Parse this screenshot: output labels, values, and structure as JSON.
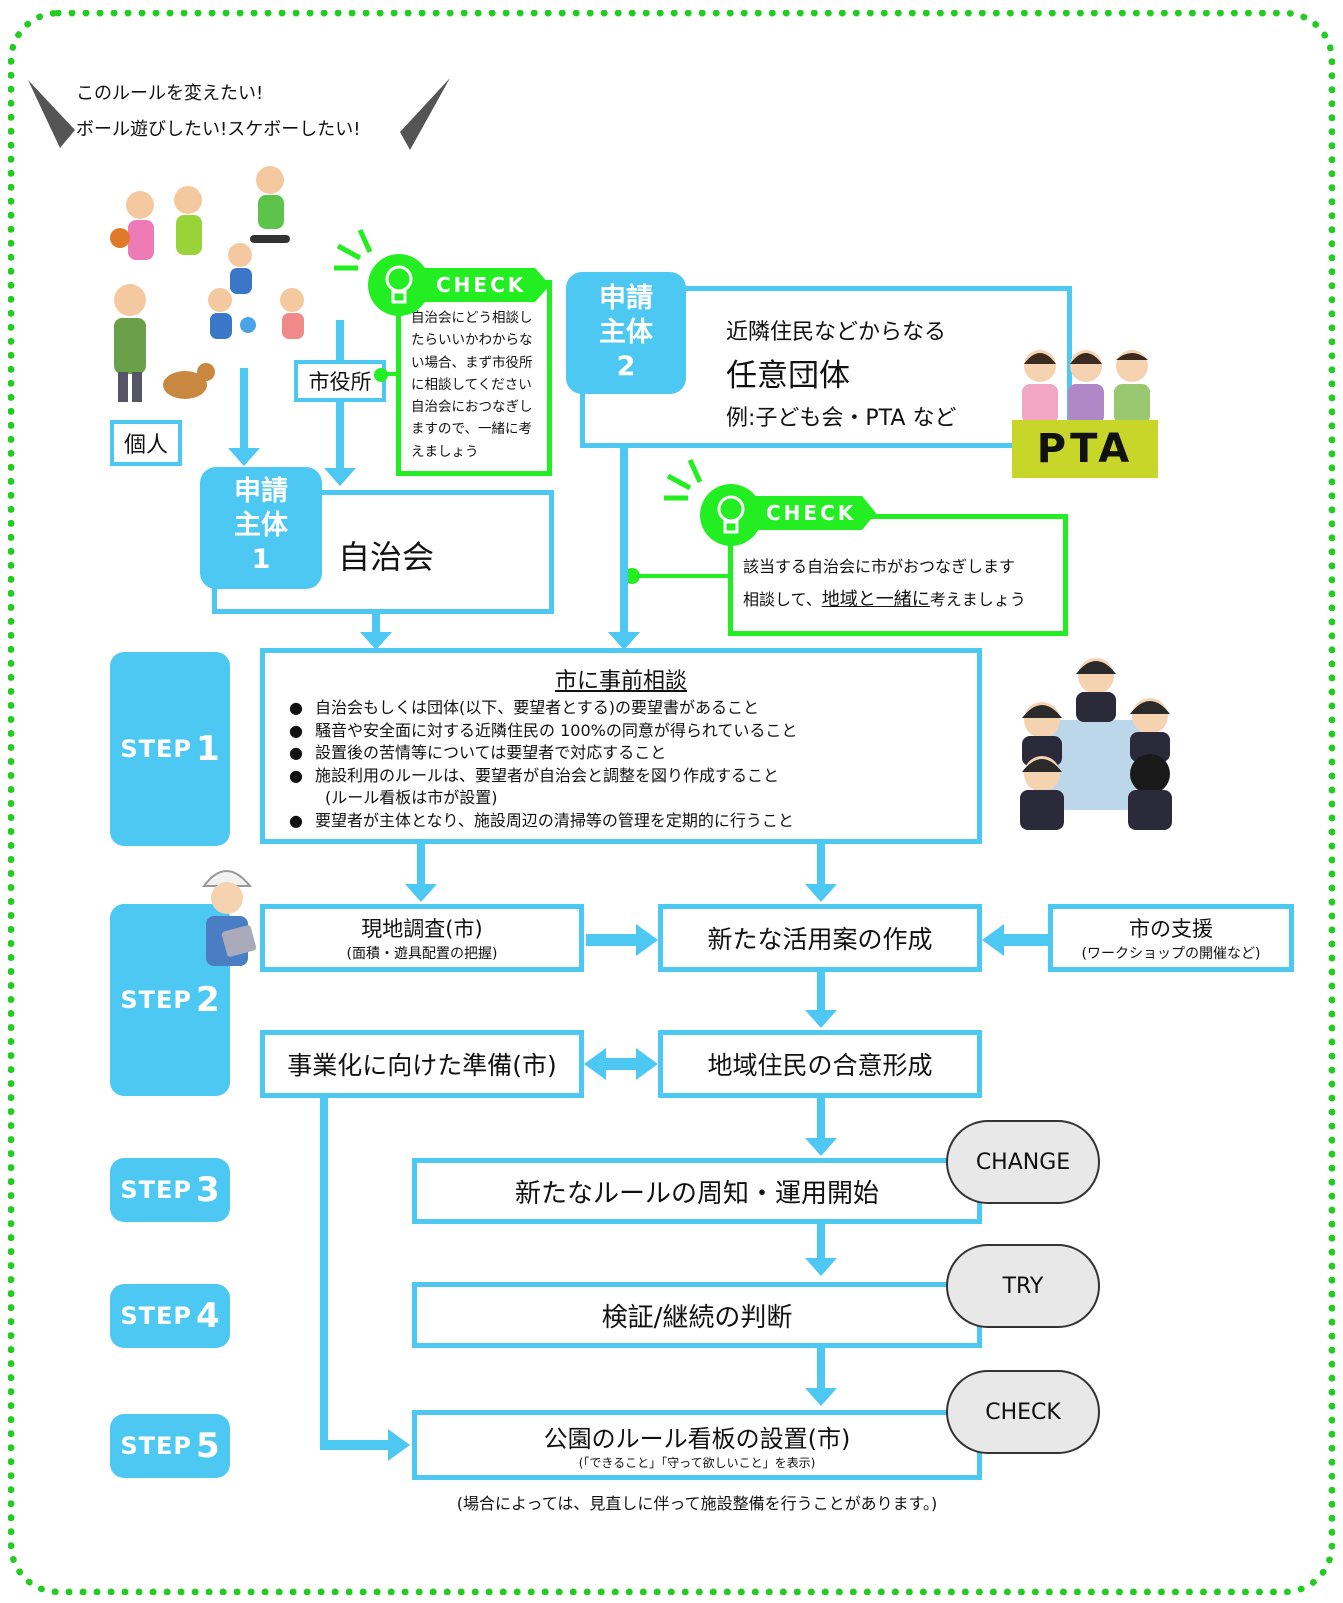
{
  "speech": {
    "line1": "このルールを変えたい!",
    "line2": "ボール遊びしたい!スケボーしたい!"
  },
  "labels": {
    "kojin": "個人",
    "shiyakusho": "市役所"
  },
  "check1": {
    "tag": "CHECK",
    "lines": [
      "自治会にどう相談し",
      "たらいいかわからな",
      "い場合、まず市役所",
      "に相談してください",
      "自治会におつなぎし",
      "ますので、一緒に考",
      "えましょう"
    ]
  },
  "applicant1": {
    "tab": [
      "申請",
      "主体",
      "1"
    ],
    "name": "自治会"
  },
  "applicant2": {
    "tab": [
      "申請",
      "主体",
      "2"
    ],
    "line1": "近隣住民などからなる",
    "line2": "任意団体",
    "line3": "例:子ども会・PTA など",
    "pta": "PTA"
  },
  "check2": {
    "tag": "CHECK",
    "line1": "該当する自治会に市がおつなぎします",
    "line2_pre": "相談して、",
    "line2_ul": "地域と一緒に",
    "line2_post": "考えましょう"
  },
  "steps": [
    {
      "label": "STEP",
      "num": "1"
    },
    {
      "label": "STEP",
      "num": "2"
    },
    {
      "label": "STEP",
      "num": "3"
    },
    {
      "label": "STEP",
      "num": "4"
    },
    {
      "label": "STEP",
      "num": "5"
    }
  ],
  "step1": {
    "title": "市に事前相談",
    "items": [
      "自治会もしくは団体(以下、要望者とする)の要望書があること",
      "騒音や安全面に対する近隣住民の 100%の同意が得られていること",
      "設置後の苦情等については要望者で対応すること",
      "施設利用のルールは、要望者が自治会と調整を図り作成すること",
      "要望者が主体となり、施設周辺の清掃等の管理を定期的に行うこと"
    ],
    "sub": "(ルール看板は市が設置)"
  },
  "step2": {
    "survey_title": "現地調査(市)",
    "survey_sub": "(面積・遊具配置の把握)",
    "plan": "新たな活用案の作成",
    "support_title": "市の支援",
    "support_sub": "(ワークショップの開催など)",
    "prep": "事業化に向けた準備(市)",
    "consensus": "地域住民の合意形成"
  },
  "step3": {
    "text": "新たなルールの周知・運用開始",
    "cloud": "CHANGE"
  },
  "step4": {
    "text": "検証/継続の判断",
    "cloud": "TRY"
  },
  "step5": {
    "title": "公園のルール看板の設置(市)",
    "sub": "(「できること」「守って欲しいこと」を表示)",
    "cloud": "CHECK"
  },
  "footnote": "(場合によっては、見直しに伴って施設整備を行うことがあります。)",
  "colors": {
    "blue": "#4dc8f2",
    "green": "#22ee22",
    "frame": "#22cc22"
  }
}
